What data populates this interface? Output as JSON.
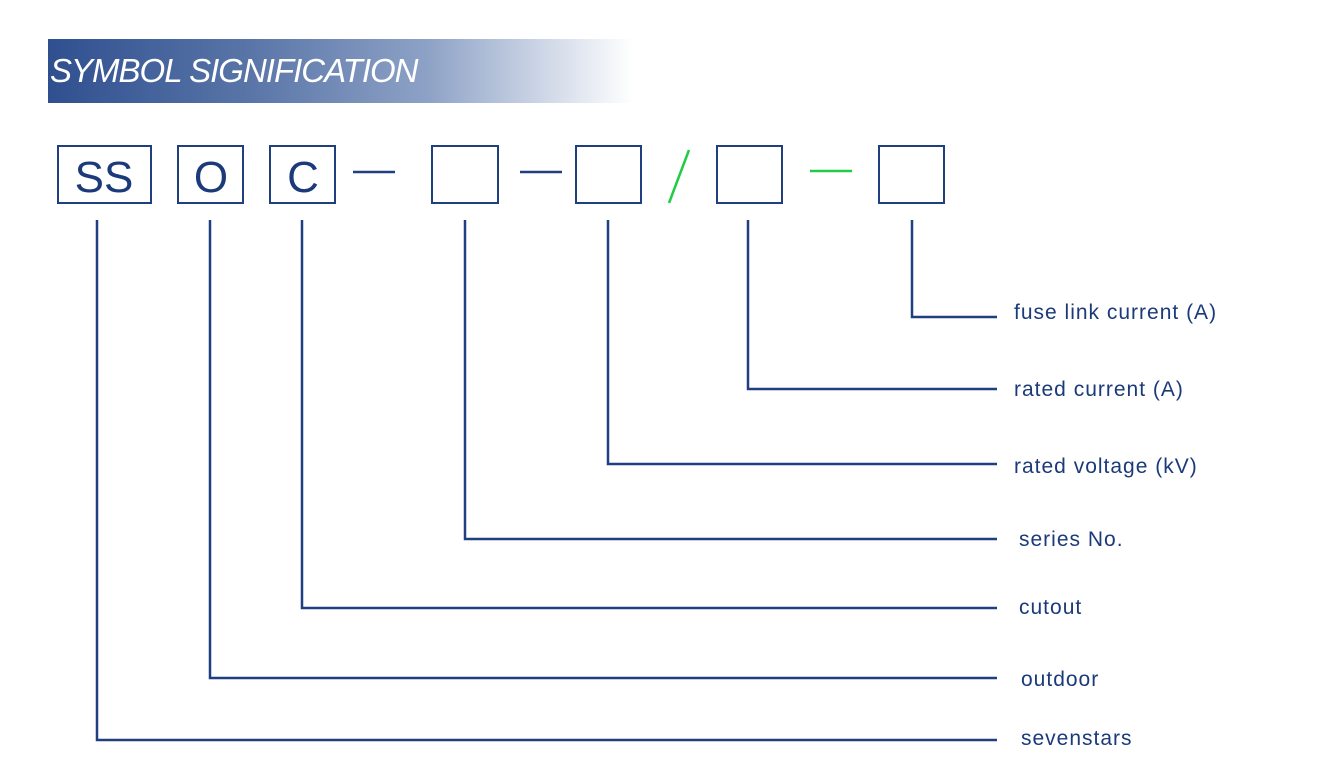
{
  "header": {
    "title": "SYMBOL SIGNIFICATION"
  },
  "code": {
    "segments": [
      "SS",
      "O",
      "C",
      "",
      "",
      "",
      ""
    ],
    "separators": [
      "—",
      "—",
      "/",
      "—"
    ]
  },
  "labels": {
    "fuse_link_current": "fuse link current (A)",
    "rated_current": "rated current (A)",
    "rated_voltage": "rated voltage (kV)",
    "series_no": "series No.",
    "cutout": "cutout",
    "outdoor": "outdoor",
    "sevenstars": "sevenstars"
  },
  "colors": {
    "primary": "#1f3f80",
    "accent": "#22cc44"
  }
}
